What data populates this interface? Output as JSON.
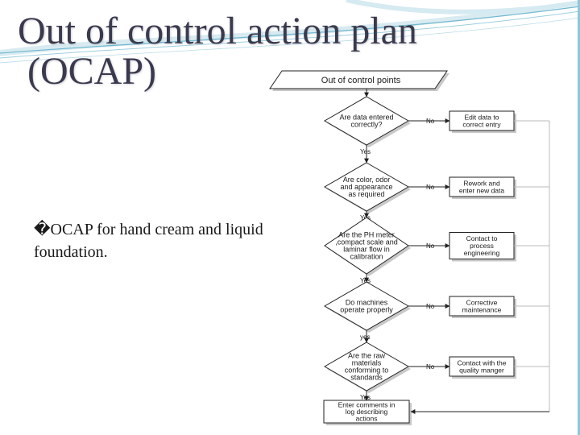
{
  "slide": {
    "title_line1": "Out of control action plan",
    "title_line2": "(OCAP)",
    "bullet_glyph": "�",
    "bullet_text": "OCAP for hand cream and liquid foundation."
  },
  "flowchart": {
    "start": "Out of control points",
    "decisions": [
      {
        "lines": [
          "Are data entered",
          "correctly?"
        ],
        "no_label": "No",
        "yes_label": "Yes",
        "action": [
          "Edit data to",
          "correct entry"
        ]
      },
      {
        "lines": [
          "Are color, odor",
          "and appearance",
          "as required"
        ],
        "no_label": "No",
        "yes_label": "Yes",
        "action": [
          "Rework and",
          "enter new data"
        ]
      },
      {
        "lines": [
          "Are the PH meter",
          ",compact scale and",
          "laminar flow in",
          "calibration"
        ],
        "no_label": "No",
        "yes_label": "Yes",
        "action": [
          "Contact to",
          "process",
          "engineering"
        ]
      },
      {
        "lines": [
          "Do machines",
          "operate properly"
        ],
        "no_label": "No",
        "yes_label": "yes",
        "action": [
          "Corrective",
          "maintenance"
        ]
      },
      {
        "lines": [
          "Are the raw",
          "materials",
          "conforming to",
          "standards"
        ],
        "no_label": "No",
        "yes_label": "Yes",
        "action": [
          "Contact with the",
          "quality manger"
        ]
      }
    ],
    "end": [
      "Enter comments in",
      "log describing",
      "actions"
    ]
  },
  "colors": {
    "title": "#3a3a4e",
    "swoosh": "#6fb8cf",
    "line": "#222222",
    "shadow": "#c8c8c8"
  }
}
